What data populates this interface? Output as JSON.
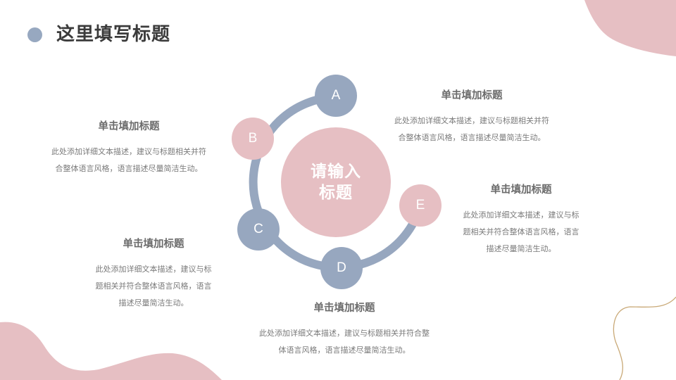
{
  "slide": {
    "title": "这里填写标题",
    "colors": {
      "accent_blue": "#97a7bf",
      "accent_pink": "#e6bfc3",
      "title_text": "#3b3b3b",
      "heading_text": "#6b6b6b",
      "body_text": "#7a7a7a",
      "gold_line": "#c9a977"
    }
  },
  "diagram": {
    "center": {
      "line1": "请输入",
      "line2": "标题"
    },
    "nodes": [
      {
        "label": "A",
        "color": "blue"
      },
      {
        "label": "B",
        "color": "pink"
      },
      {
        "label": "C",
        "color": "blue"
      },
      {
        "label": "D",
        "color": "blue"
      },
      {
        "label": "E",
        "color": "pink"
      }
    ]
  },
  "text_blocks": {
    "top_right": {
      "heading": "单击填加标题",
      "lines": [
        "此处添加详细文本描述，建议与标题相关并符",
        "合整体语言风格，语言描述尽量简洁生动。"
      ]
    },
    "left_upper": {
      "heading": "单击填加标题",
      "lines": [
        "此处添加详细文本描述，建议与标题相关并符",
        "合整体语言风格，语言描述尽量简洁生动。"
      ]
    },
    "right_middle": {
      "heading": "单击填加标题",
      "lines": [
        "此处添加详细文本描述，建议与标",
        "题相关并符合整体语言风格，语言",
        "描述尽量简洁生动。"
      ]
    },
    "left_lower": {
      "heading": "单击填加标题",
      "lines": [
        "此处添加详细文本描述，建议与标",
        "题相关并符合整体语言风格，语言",
        "描述尽量简洁生动。"
      ]
    },
    "bottom_center": {
      "heading": "单击填加标题",
      "lines": [
        "此处添加详细文本描述，建议与标题相关并符合整",
        "体语言风格，语言描述尽量简洁生动。"
      ]
    }
  }
}
